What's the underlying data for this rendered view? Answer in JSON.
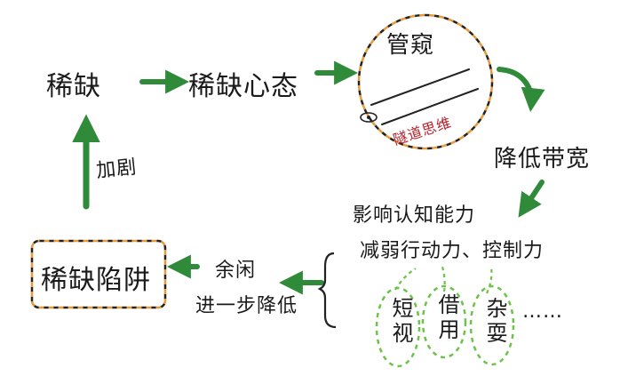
{
  "colors": {
    "ink": "#1a1a1a",
    "arrow": "#2f8a3a",
    "orange_dash": "#e89a3a",
    "green_dash": "#6cc24a",
    "red_text": "#b8202a"
  },
  "nodes": {
    "scarcity": "稀缺",
    "scarcity_mindset": "稀缺心态",
    "tunnel_title": "管窥",
    "tunnel_thinking": "隧道思维",
    "lower_bandwidth": "降低带宽",
    "affect_cognition": "影响认知能力",
    "weaken_execution": "减弱行动力、控制力",
    "short_sighted": "短视",
    "borrow": "借用",
    "juggle": "杂耍",
    "ellipsis": "……",
    "leisure": "余闲",
    "further_lower": "进一步降低",
    "scarcity_trap": "稀缺陷阱",
    "intensify": "加剧"
  }
}
